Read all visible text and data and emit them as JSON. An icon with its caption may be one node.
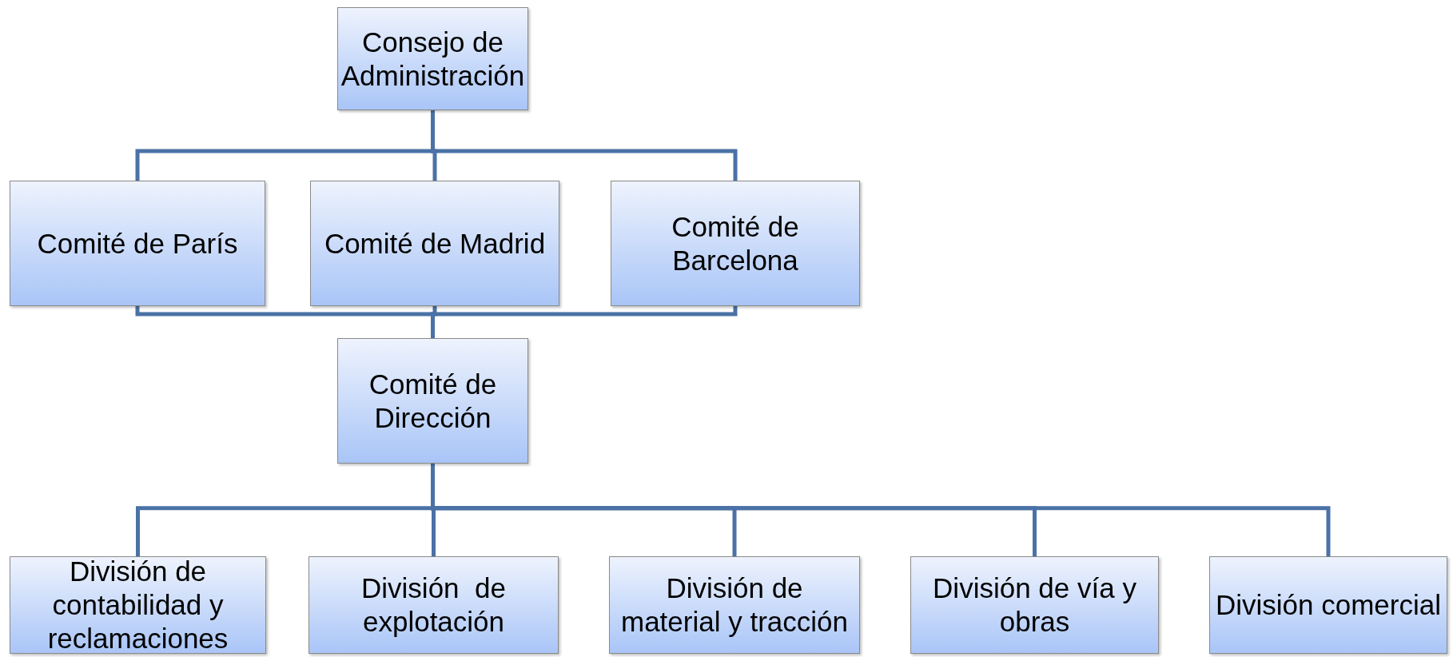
{
  "diagram": {
    "nodes": [
      {
        "text": [
          "Consejo de Administración"
        ]
      },
      {
        "text": [
          "Comité de París"
        ]
      },
      {
        "text": [
          "Comité de Madrid"
        ]
      },
      {
        "text": [
          "Comité de Barcelona"
        ]
      },
      {
        "text": [
          "Comité de Dirección"
        ]
      },
      {
        "text": [
          "División de contabilidad y reclamaciones"
        ]
      },
      {
        "text": [
          "División  de explotación"
        ]
      },
      {
        "text": [
          "División de material y tracción"
        ]
      },
      {
        "text": [
          "División de vía y obras"
        ]
      },
      {
        "text": [
          "División comercial"
        ]
      }
    ],
    "edges": [
      {
        "from": 0,
        "to": 1,
        "arrow": "none"
      },
      {
        "from": 0,
        "to": 2,
        "arrow": "none"
      },
      {
        "from": 0,
        "to": 3,
        "arrow": "none"
      },
      {
        "from": 1,
        "to": 4,
        "arrow": "none"
      },
      {
        "from": 2,
        "to": 4,
        "arrow": "none"
      },
      {
        "from": 3,
        "to": 4,
        "arrow": "none"
      },
      {
        "from": 4,
        "to": 5,
        "arrow": "none"
      },
      {
        "from": 4,
        "to": 6,
        "arrow": "none"
      },
      {
        "from": 4,
        "to": 7,
        "arrow": "none"
      },
      {
        "from": 4,
        "to": 8,
        "arrow": "none"
      },
      {
        "from": 4,
        "to": 9,
        "arrow": "none"
      }
    ]
  }
}
